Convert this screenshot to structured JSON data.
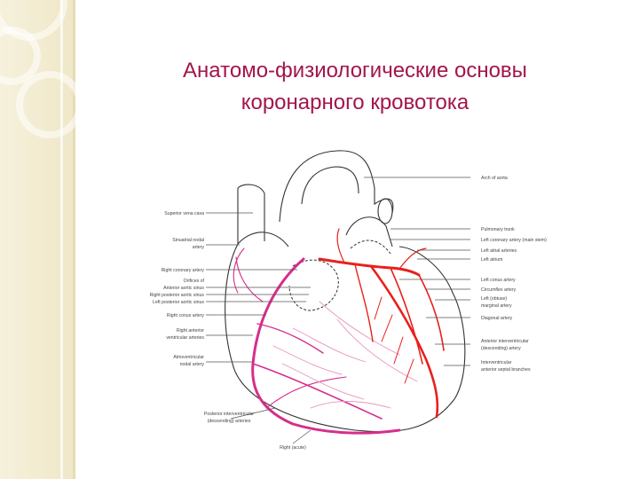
{
  "title": {
    "line1": "Анатомо-физиологические основы",
    "line2": "коронарного кровотока"
  },
  "labels_left": [
    "Superior vena cava",
    "Sinuatrial nodal",
    "artery",
    "Right coronary artery",
    "Orifices of",
    "Anterior aortic sinus",
    "Right posterior aortic sinus",
    "Left posterior aortic sinus",
    "Right conus artery",
    "Right anterior",
    "ventricular arteries",
    "Atrioventricular",
    "nodal artery",
    "Posterior interventricular",
    "(descending) arteries",
    "Right (acute)"
  ],
  "labels_right": [
    "Arch of aorta",
    "Pulmonary trunk",
    "Left coronary artery (main stem)",
    "Left atrial arteries",
    "Left atrium",
    "Left conus artery",
    "Circumflex artery",
    "Left (obtuse)",
    "marginal artery",
    "Diagonal artery",
    "Anterior interventricular",
    "(descending) artery",
    "Interventricular",
    "anterior septal branches"
  ],
  "colors": {
    "title": "#a3154a",
    "left_coronary": "#e8201d",
    "right_coronary": "#d62e8c",
    "right_coronary_light": "#e896bf",
    "outline": "#333333"
  }
}
